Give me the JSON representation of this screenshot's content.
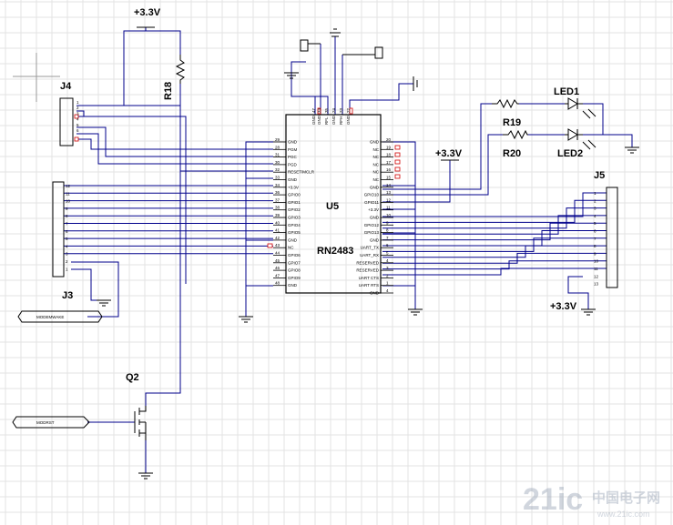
{
  "power": {
    "top_rail": "+3.3V",
    "mid_rail": "+3.3V",
    "j5_rail": "+3.3V"
  },
  "resistors": {
    "r18": "R18",
    "r19": "R19",
    "r20": "R20"
  },
  "leds": {
    "led1": "LED1",
    "led2": "LED2"
  },
  "transistor": {
    "q2": "Q2"
  },
  "connectors": {
    "j4": "J4",
    "j3": "J3",
    "j5": "J5",
    "j4_pins": [
      "1",
      "2",
      "3",
      "4",
      "5",
      "6"
    ],
    "j3_pins": [
      "12",
      "11",
      "10",
      "9",
      "8",
      "7",
      "6",
      "5",
      "4",
      "3",
      "2",
      "1"
    ],
    "j5_pins": [
      "1",
      "2",
      "3",
      "4",
      "5",
      "6",
      "7",
      "8",
      "9",
      "10",
      "11",
      "12",
      "13"
    ]
  },
  "nets": {
    "modem_wake": "MODEMWAKE",
    "mod_rst": "MODRST"
  },
  "chip": {
    "ref": "U5",
    "part": "RN2483",
    "top_pins": [
      {
        "num": "47",
        "name": "GND"
      },
      {
        "num": "34",
        "name": "GND"
      },
      {
        "num": "35",
        "name": "RFL"
      },
      {
        "num": "24",
        "name": "GND"
      },
      {
        "num": "23",
        "name": "RFH"
      },
      {
        "num": "22",
        "name": "GND"
      }
    ],
    "left_pins": [
      {
        "num": "29",
        "name": "GND"
      },
      {
        "num": "28",
        "name": "PGM"
      },
      {
        "num": "31",
        "name": "PGC"
      },
      {
        "num": "30",
        "name": "PGD"
      },
      {
        "num": "32",
        "name": "RESET/MCLR"
      },
      {
        "num": "33",
        "name": "GND"
      },
      {
        "num": "34",
        "name": "+3.3V"
      },
      {
        "num": "36",
        "name": "GPIO0"
      },
      {
        "num": "37",
        "name": "GPIO1"
      },
      {
        "num": "38",
        "name": "GPIO2"
      },
      {
        "num": "39",
        "name": "GPIO3"
      },
      {
        "num": "40",
        "name": "GPIO4"
      },
      {
        "num": "41",
        "name": "GPIO5"
      },
      {
        "num": "42",
        "name": "GND"
      },
      {
        "num": "43",
        "name": "NC"
      },
      {
        "num": "44",
        "name": "GPIO6"
      },
      {
        "num": "45",
        "name": "GPIO7"
      },
      {
        "num": "46",
        "name": "GPIO8"
      },
      {
        "num": "47",
        "name": "GPIO9"
      },
      {
        "num": "48",
        "name": "GND"
      }
    ],
    "right_pins": [
      {
        "num": "20",
        "name": "GND"
      },
      {
        "num": "19",
        "name": "NC"
      },
      {
        "num": "18",
        "name": "NC"
      },
      {
        "num": "17",
        "name": "NC"
      },
      {
        "num": "16",
        "name": "NC"
      },
      {
        "num": "15",
        "name": "NC"
      },
      {
        "num": "14",
        "name": "GND"
      },
      {
        "num": "13",
        "name": "GPIO10"
      },
      {
        "num": "12",
        "name": "GPIO11"
      },
      {
        "num": "11",
        "name": "+3.3V"
      },
      {
        "num": "10",
        "name": "GND"
      },
      {
        "num": "9",
        "name": "GPIO12"
      },
      {
        "num": "8",
        "name": "GPIO13"
      },
      {
        "num": "7",
        "name": "GND"
      },
      {
        "num": "6",
        "name": "UART_TX"
      },
      {
        "num": "5",
        "name": "UART_RX"
      },
      {
        "num": "4",
        "name": "RESERVED"
      },
      {
        "num": "3",
        "name": "RESERVED"
      },
      {
        "num": "2",
        "name": "UART CTS"
      },
      {
        "num": "1",
        "name": "UART RTS"
      },
      {
        "num": "4",
        "name": "GND"
      }
    ]
  },
  "watermark": {
    "brand": "21ic",
    "cn": "中国电子网",
    "url": "www.21ic.com"
  },
  "colors": {
    "wire": "#00008b",
    "grid": "#e3e3e3",
    "grid_major": "#cfcfcf",
    "component": "#000000",
    "pin_red": "#d00000"
  }
}
